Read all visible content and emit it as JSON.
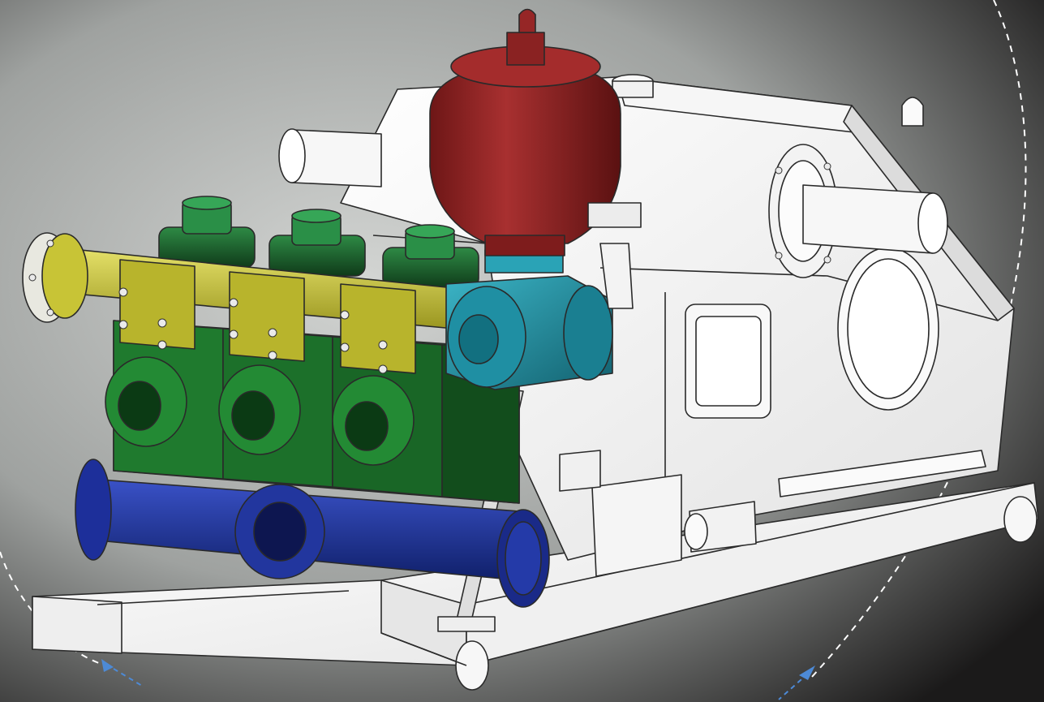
{
  "image": {
    "subject": "triplex-mud-pump-cad-render",
    "text_labels": []
  },
  "palette": {
    "background_light": "#c9ccca",
    "background_dark": "#1b1a1a",
    "frame_white": "#f4f4f4",
    "outline": "#2a2a2a",
    "dampener_red": "#8e2424",
    "discharge_yellow": "#c8c436",
    "fluid_end_green": "#1f7a2e",
    "valve_cover_green": "#1c5a2a",
    "suction_blue": "#1d2f9a",
    "cross_teal": "#1f8fa3",
    "dash_line": "#ffffff",
    "arrow_blue": "#4d8ad6"
  },
  "parts": [
    {
      "name": "pulsation-dampener",
      "color_key": "dampener_red"
    },
    {
      "name": "discharge-manifold",
      "color_key": "discharge_yellow"
    },
    {
      "name": "fluid-end-modules",
      "color_key": "fluid_end_green",
      "count": 3
    },
    {
      "name": "valve-covers",
      "color_key": "valve_cover_green",
      "count": 3
    },
    {
      "name": "suction-manifold",
      "color_key": "suction_blue"
    },
    {
      "name": "discharge-cross",
      "color_key": "cross_teal"
    },
    {
      "name": "power-end-frame",
      "color_key": "frame_white"
    },
    {
      "name": "skid-base",
      "color_key": "frame_white"
    },
    {
      "name": "pinion-shaft",
      "color_key": "frame_white"
    }
  ]
}
